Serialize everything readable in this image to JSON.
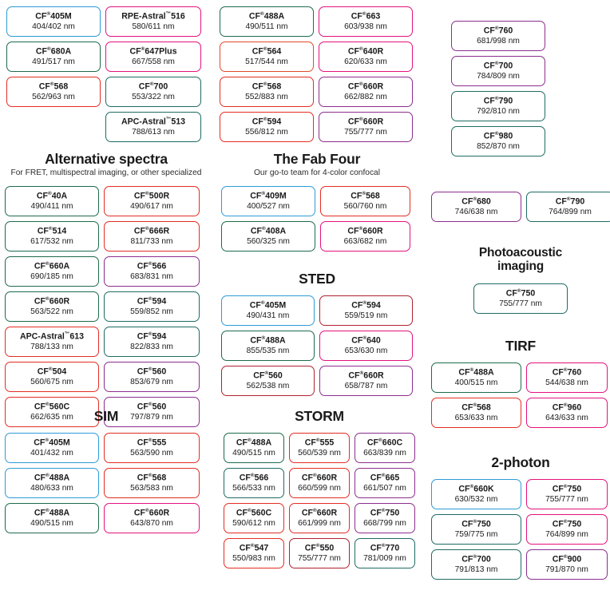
{
  "colors": {
    "blue": "#2e9bd6",
    "green": "#1d6b4c",
    "red": "#e32d22",
    "teal": "#1f6b63",
    "magenta": "#e4127c",
    "purple": "#8c2d8e",
    "darkred": "#b02030",
    "orange": "#e04a28",
    "text": "#1a1a1a"
  },
  "top": {
    "group_a": {
      "col1": [
        {
          "name": "CF",
          "sup": "®",
          "num": "405M",
          "spec": "404/402 nm",
          "color": "#2e9bd6"
        },
        {
          "name": "CF",
          "sup": "®",
          "num": "680A",
          "spec": "491/517 nm",
          "color": "#1d6b4c"
        },
        {
          "name": "CF",
          "sup": "®",
          "num": "568",
          "spec": "562/963 nm",
          "color": "#e32d22"
        }
      ],
      "col2": [
        {
          "name": "RPE-Astral",
          "sup": "™",
          "num": "516",
          "spec": "580/611 nm",
          "color": "#e4127c"
        },
        {
          "name": "CF",
          "sup": "®",
          "num": "647Plus",
          "spec": "667/558 nm",
          "color": "#e4127c"
        },
        {
          "name": "CF",
          "sup": "®",
          "num": "700",
          "spec": "553/322 nm",
          "color": "#1f6b63"
        },
        {
          "name": "APC-Astral",
          "sup": "™",
          "num": "513",
          "spec": "788/613 nm",
          "color": "#1f6b63"
        }
      ]
    },
    "group_b": {
      "col1": [
        {
          "name": "CF",
          "sup": "®",
          "num": "488A",
          "spec": "490/511 nm",
          "color": "#1d6b4c"
        },
        {
          "name": "CF",
          "sup": "®",
          "num": "564",
          "spec": "517/544 nm",
          "color": "#e04a28"
        },
        {
          "name": "CF",
          "sup": "®",
          "num": "568",
          "spec": "552/883 nm",
          "color": "#e32d22"
        },
        {
          "name": "CF",
          "sup": "®",
          "num": "594",
          "spec": "556/812 nm",
          "color": "#e32d22"
        }
      ],
      "col2": [
        {
          "name": "CF",
          "sup": "®",
          "num": "663",
          "spec": "603/938 nm",
          "color": "#e4127c"
        },
        {
          "name": "CF",
          "sup": "®",
          "num": "640R",
          "spec": "620/633 nm",
          "color": "#e4127c"
        },
        {
          "name": "CF",
          "sup": "®",
          "num": "660R",
          "spec": "662/882 nm",
          "color": "#8c2d8e"
        },
        {
          "name": "CF",
          "sup": "®",
          "num": "660R",
          "spec": "755/777 nm",
          "color": "#8c2d8e"
        }
      ]
    },
    "group_c": {
      "col1": [
        {
          "name": "CF",
          "sup": "®",
          "num": "760",
          "spec": "681/998 nm",
          "color": "#8c2d8e"
        },
        {
          "name": "CF",
          "sup": "®",
          "num": "700",
          "spec": "784/809 nm",
          "color": "#8c2d8e"
        },
        {
          "name": "CF",
          "sup": "®",
          "num": "790",
          "spec": "792/810 nm",
          "color": "#1f6b63"
        },
        {
          "name": "CF",
          "sup": "®",
          "num": "980",
          "spec": "852/870 nm",
          "color": "#1f6b63"
        }
      ]
    }
  },
  "alt_spectra": {
    "title": "Alternative spectra",
    "subtitle": "For FRET, multispectral imaging, or other specialized",
    "col1": [
      {
        "name": "CF",
        "sup": "®",
        "num": "40A",
        "spec": "490/411 nm",
        "color": "#1d6b4c"
      },
      {
        "name": "CF",
        "sup": "®",
        "num": "514",
        "spec": "617/532 nm",
        "color": "#1d6b4c"
      },
      {
        "name": "CF",
        "sup": "®",
        "num": "660A",
        "spec": "690/185 nm",
        "color": "#1d6b4c"
      },
      {
        "name": "CF",
        "sup": "®",
        "num": "660R",
        "spec": "563/522 nm",
        "color": "#1d6b4c"
      },
      {
        "name": "APC-Astral",
        "sup": "™",
        "num": "613",
        "spec": "788/133 nm",
        "color": "#e32d22"
      },
      {
        "name": "CF",
        "sup": "®",
        "num": "504",
        "spec": "560/675 nm",
        "color": "#e32d22"
      },
      {
        "name": "CF",
        "sup": "®",
        "num": "560C",
        "spec": "662/635 nm",
        "color": "#e32d22"
      }
    ],
    "col2": [
      {
        "name": "CF",
        "sup": "®",
        "num": "500R",
        "spec": "490/617 nm",
        "color": "#e32d22"
      },
      {
        "name": "CF",
        "sup": "®",
        "num": "666R",
        "spec": "811/733 nm",
        "color": "#e32d22"
      },
      {
        "name": "CF",
        "sup": "®",
        "num": "566",
        "spec": "683/831 nm",
        "color": "#8c2d8e"
      },
      {
        "name": "CF",
        "sup": "®",
        "num": "594",
        "spec": "559/852 nm",
        "color": "#1f6b63"
      },
      {
        "name": "CF",
        "sup": "®",
        "num": "594",
        "spec": "822/833 nm",
        "color": "#1f6b63"
      },
      {
        "name": "CF",
        "sup": "®",
        "num": "560",
        "spec": "853/679 nm",
        "color": "#8c2d8e"
      },
      {
        "name": "CF",
        "sup": "®",
        "num": "560",
        "spec": "797/879 nm",
        "color": "#8c2d8e"
      }
    ]
  },
  "fab_four": {
    "title": "The Fab Four",
    "subtitle": "Our go-to team for 4-color confocal",
    "col1": [
      {
        "name": "CF",
        "sup": "®",
        "num": "409M",
        "spec": "400/527 nm",
        "color": "#2e9bd6"
      },
      {
        "name": "CF",
        "sup": "®",
        "num": "408A",
        "spec": "560/325 nm",
        "color": "#1d6b4c"
      }
    ],
    "col2": [
      {
        "name": "CF",
        "sup": "®",
        "num": "568",
        "spec": "560/760 nm",
        "color": "#e32d22"
      },
      {
        "name": "CF",
        "sup": "®",
        "num": "660R",
        "spec": "663/682 nm",
        "color": "#e4127c"
      }
    ]
  },
  "sted": {
    "title": "STED",
    "col1": [
      {
        "name": "CF",
        "sup": "®",
        "num": "405M",
        "spec": "490/431 nm",
        "color": "#2e9bd6"
      },
      {
        "name": "CF",
        "sup": "®",
        "num": "488A",
        "spec": "855/535 nm",
        "color": "#1d6b4c"
      },
      {
        "name": "CF",
        "sup": "®",
        "num": "560",
        "spec": "562/538 nm",
        "color": "#b02030"
      }
    ],
    "col2": [
      {
        "name": "CF",
        "sup": "®",
        "num": "594",
        "spec": "559/519 nm",
        "color": "#b02030"
      },
      {
        "name": "CF",
        "sup": "®",
        "num": "640",
        "spec": "653/630 nm",
        "color": "#e4127c"
      },
      {
        "name": "CF",
        "sup": "®",
        "num": "660R",
        "spec": "658/787 nm",
        "color": "#8c2d8e"
      }
    ]
  },
  "sim": {
    "title": "SIM",
    "col1": [
      {
        "name": "CF",
        "sup": "®",
        "num": "405M",
        "spec": "401/432 nm",
        "color": "#2e9bd6"
      },
      {
        "name": "CF",
        "sup": "®",
        "num": "488A",
        "spec": "480/633 nm",
        "color": "#2e9bd6"
      },
      {
        "name": "CF",
        "sup": "®",
        "num": "488A",
        "spec": "490/515 nm",
        "color": "#1d6b4c"
      }
    ],
    "col2": [
      {
        "name": "CF",
        "sup": "®",
        "num": "555",
        "spec": "563/590 nm",
        "color": "#e32d22"
      },
      {
        "name": "CF",
        "sup": "®",
        "num": "568",
        "spec": "563/583 nm",
        "color": "#e32d22"
      },
      {
        "name": "CF",
        "sup": "®",
        "num": "660R",
        "spec": "643/870 nm",
        "color": "#e4127c"
      }
    ]
  },
  "storm": {
    "title": "STORM",
    "col1": [
      {
        "name": "CF",
        "sup": "®",
        "num": "488A",
        "spec": "490/515 nm",
        "color": "#1d6b4c"
      },
      {
        "name": "CF",
        "sup": "®",
        "num": "566",
        "spec": "566/533 nm",
        "color": "#1f6b63"
      },
      {
        "name": "CF",
        "sup": "®",
        "num": "560C",
        "spec": "590/612 nm",
        "color": "#e32d22"
      },
      {
        "name": "CF",
        "sup": "®",
        "num": "547",
        "spec": "550/983 nm",
        "color": "#e32d22"
      }
    ],
    "col2": [
      {
        "name": "CF",
        "sup": "®",
        "num": "555",
        "spec": "560/539 nm",
        "color": "#e32d22"
      },
      {
        "name": "CF",
        "sup": "®",
        "num": "660R",
        "spec": "660/599 nm",
        "color": "#e32d22"
      },
      {
        "name": "CF",
        "sup": "®",
        "num": "660R",
        "spec": "661/999 nm",
        "color": "#e32d22"
      },
      {
        "name": "CF",
        "sup": "®",
        "num": "550",
        "spec": "755/777 nm",
        "color": "#b02030"
      }
    ],
    "col3": [
      {
        "name": "CF",
        "sup": "®",
        "num": "660C",
        "spec": "663/839 nm",
        "color": "#8c2d8e"
      },
      {
        "name": "CF",
        "sup": "®",
        "num": "665",
        "spec": "661/507 nm",
        "color": "#8c2d8e"
      },
      {
        "name": "CF",
        "sup": "®",
        "num": "750",
        "spec": "668/799 nm",
        "color": "#8c2d8e"
      },
      {
        "name": "CF",
        "sup": "®",
        "num": "770",
        "spec": "781/009 nm",
        "color": "#1f6b63"
      }
    ]
  },
  "right_pair": {
    "items": [
      {
        "name": "CF",
        "sup": "®",
        "num": "680",
        "spec": "746/638 nm",
        "color": "#8c2d8e"
      },
      {
        "name": "CF",
        "sup": "®",
        "num": "790",
        "spec": "764/899 nm",
        "color": "#1f6b63"
      }
    ]
  },
  "photoacoustic": {
    "title_line1": "Photoacoustic",
    "title_line2": "imaging",
    "items": [
      {
        "name": "CF",
        "sup": "®",
        "num": "750",
        "spec": "755/777 nm",
        "color": "#1f6b63"
      }
    ]
  },
  "tirf": {
    "title": "TIRF",
    "col1": [
      {
        "name": "CF",
        "sup": "®",
        "num": "488A",
        "spec": "400/515 nm",
        "color": "#1d6b4c"
      },
      {
        "name": "CF",
        "sup": "®",
        "num": "568",
        "spec": "653/633 nm",
        "color": "#e32d22"
      }
    ],
    "col2": [
      {
        "name": "CF",
        "sup": "®",
        "num": "760",
        "spec": "544/638 nm",
        "color": "#e4127c"
      },
      {
        "name": "CF",
        "sup": "®",
        "num": "960",
        "spec": "643/633 nm",
        "color": "#e4127c"
      }
    ]
  },
  "two_photon": {
    "title": "2-photon",
    "col1": [
      {
        "name": "CF",
        "sup": "®",
        "num": "660K",
        "spec": "630/532 nm",
        "color": "#2e9bd6"
      },
      {
        "name": "CF",
        "sup": "®",
        "num": "750",
        "spec": "759/775 nm",
        "color": "#1f6b63"
      },
      {
        "name": "CF",
        "sup": "®",
        "num": "700",
        "spec": "791/813 nm",
        "color": "#1f6b63"
      }
    ],
    "col2": [
      {
        "name": "CF",
        "sup": "®",
        "num": "750",
        "spec": "755/777 nm",
        "color": "#e4127c"
      },
      {
        "name": "CF",
        "sup": "®",
        "num": "750",
        "spec": "764/899 nm",
        "color": "#e4127c"
      },
      {
        "name": "CF",
        "sup": "®",
        "num": "900",
        "spec": "791/870 nm",
        "color": "#8c2d8e"
      }
    ]
  }
}
